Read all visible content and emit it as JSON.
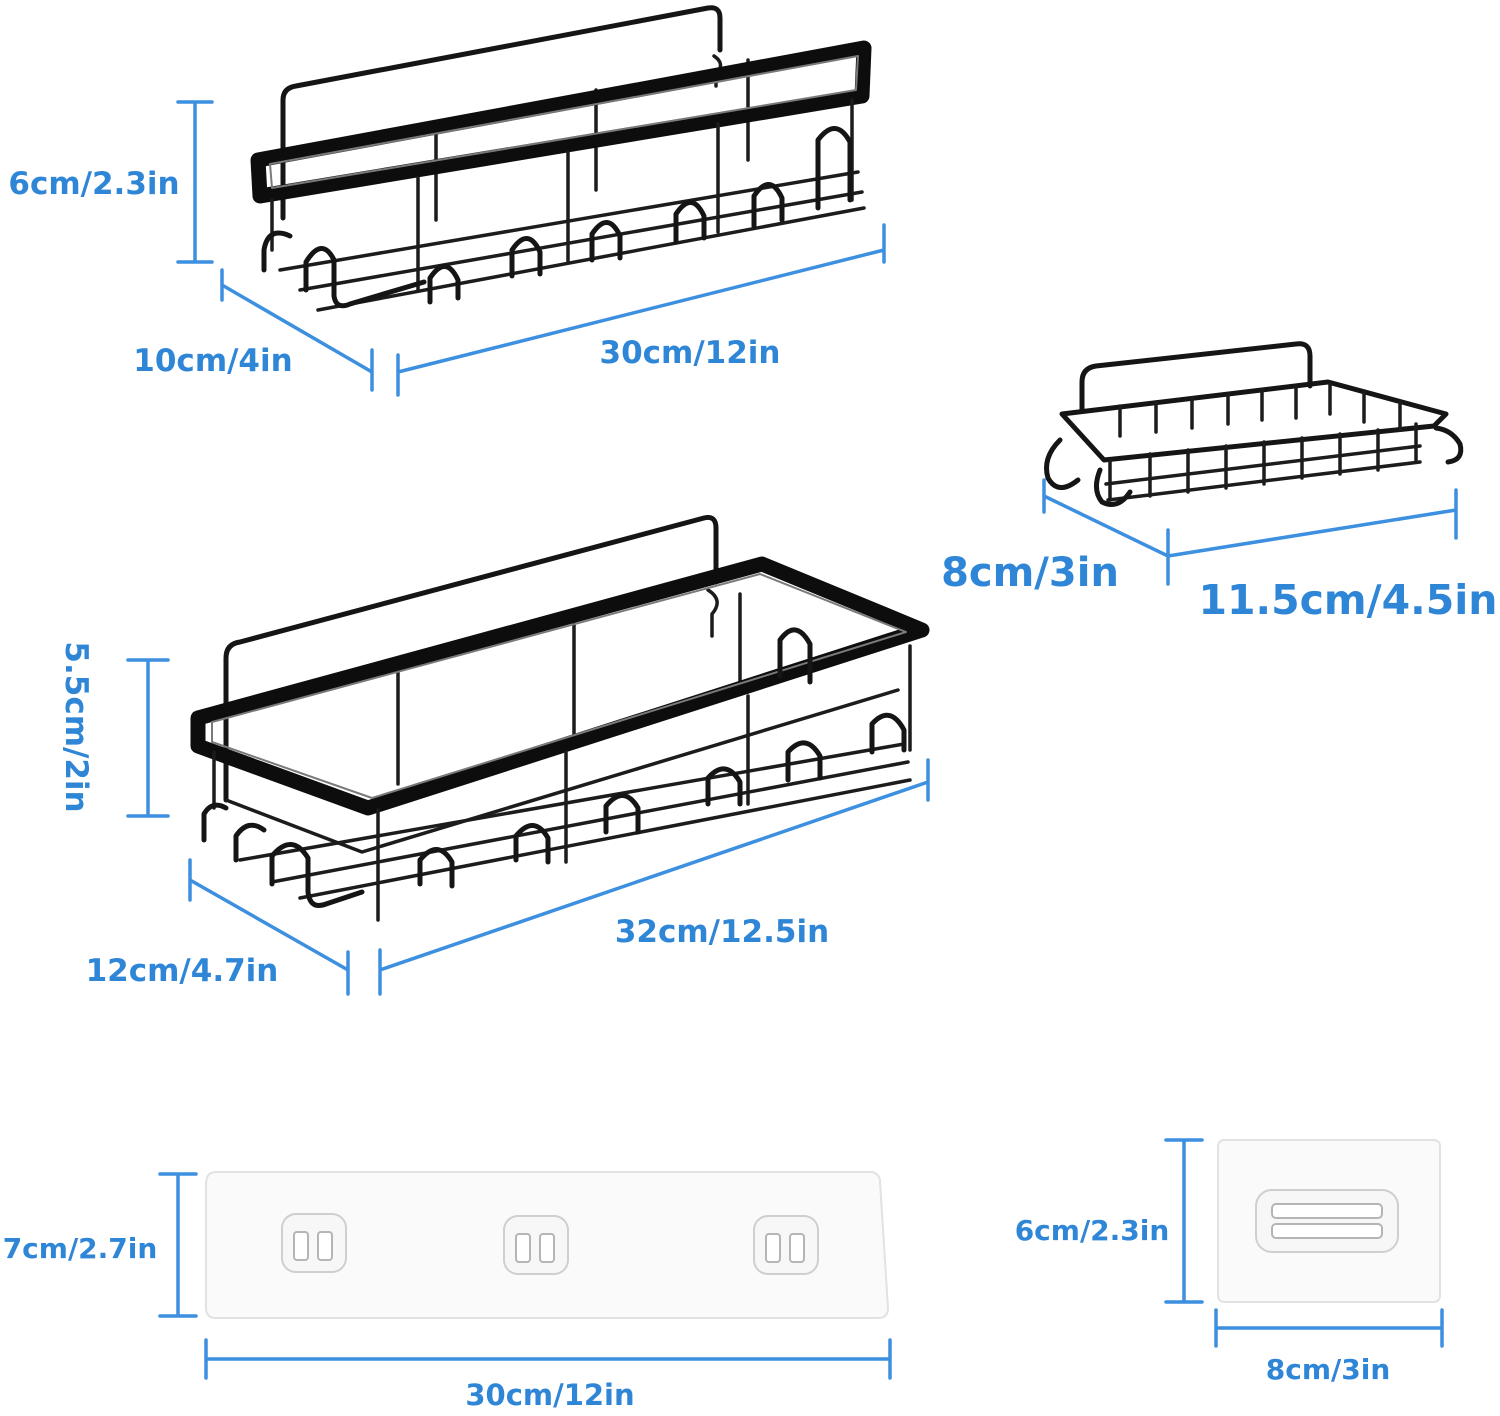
{
  "colors": {
    "dimension_blue": "#3d8fe0",
    "label_blue": "#2f86d6",
    "wire_black": "#151515",
    "sticker_white": "#fafafa"
  },
  "basket_large_top": {
    "height_label": "6cm/2.3in",
    "depth_label": "10cm/4in",
    "width_label": "30cm/12in"
  },
  "basket_soap": {
    "depth_label": "8cm/3in",
    "width_label": "11.5cm/4.5in"
  },
  "basket_large_middle": {
    "height_label": "5.5cm/2in",
    "depth_label": "12cm/4.7in",
    "width_label": "32cm/12.5in"
  },
  "adhesive_strip": {
    "height_label": "7cm/2.7in",
    "width_label": "30cm/12in"
  },
  "adhesive_square": {
    "height_label": "6cm/2.3in",
    "width_label": "8cm/3in"
  }
}
